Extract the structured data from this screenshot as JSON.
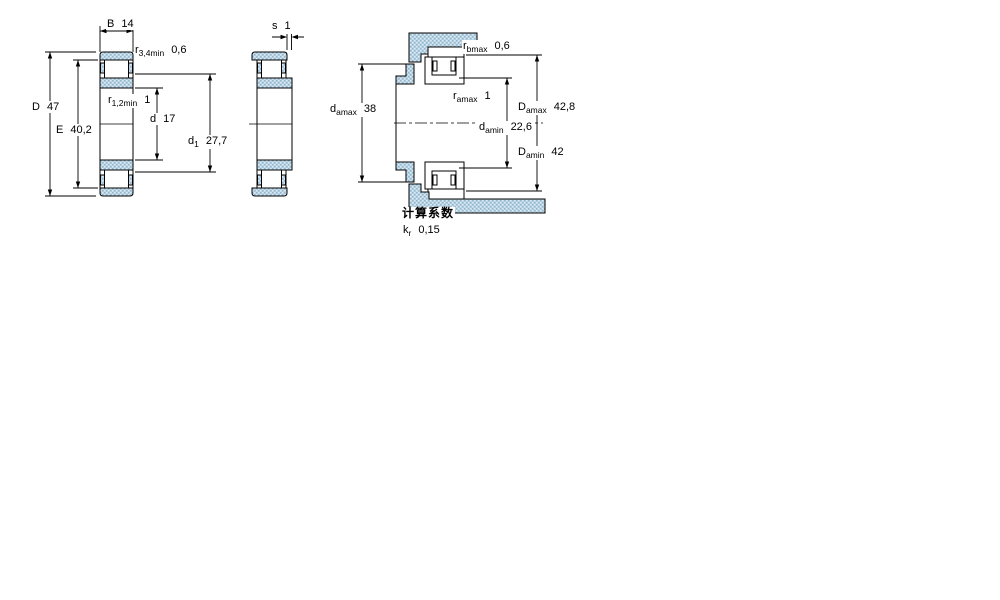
{
  "figures": {
    "left": {
      "description": "bearing cross-section with boundary dimensions",
      "dims": {
        "B": {
          "base": "B",
          "sub": "",
          "value": "14"
        },
        "r34": {
          "base": "r",
          "sub": "3,4min",
          "value": "0,6"
        },
        "D": {
          "base": "D",
          "sub": "",
          "value": "47"
        },
        "E": {
          "base": "E",
          "sub": "",
          "value": "40,2"
        },
        "r12": {
          "base": "r",
          "sub": "1,2min",
          "value": "1"
        },
        "d": {
          "base": "d",
          "sub": "",
          "value": "17"
        },
        "d1": {
          "base": "d",
          "sub": "1",
          "value": "27,7"
        }
      }
    },
    "middle": {
      "description": "axial displacement figure",
      "dims": {
        "s": {
          "base": "s",
          "sub": "",
          "value": "1"
        }
      }
    },
    "right": {
      "description": "mounting / abutment dimensions figure",
      "dims": {
        "damax": {
          "base": "d",
          "sub": "amax",
          "value": "38"
        },
        "rbmax": {
          "base": "r",
          "sub": "bmax",
          "value": "0,6"
        },
        "ramax": {
          "base": "r",
          "sub": "amax",
          "value": "1"
        },
        "damin": {
          "base": "d",
          "sub": "amin",
          "value": "22,6"
        },
        "Damax": {
          "base": "D",
          "sub": "amax",
          "value": "42,8"
        },
        "Damin": {
          "base": "D",
          "sub": "amin",
          "value": "42"
        }
      }
    },
    "colors": {
      "hatch_base": "#b7d1e1",
      "hatch_dark": "#93b7cf",
      "hatch_light": "#dcebf4",
      "line": "#000000"
    }
  },
  "footer": {
    "section_title": "计算系数",
    "kr": {
      "base": "k",
      "sub": "r",
      "value": "0,15"
    }
  }
}
